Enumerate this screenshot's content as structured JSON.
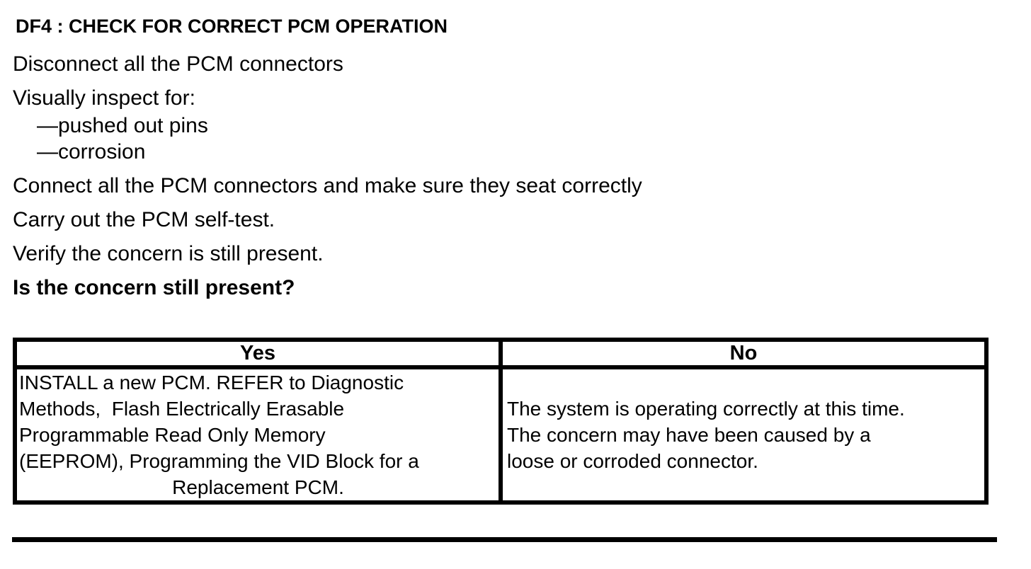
{
  "doc": {
    "title": "DF4 : CHECK FOR CORRECT PCM OPERATION",
    "steps": {
      "disconnect": "Disconnect all the PCM connectors",
      "inspect": "Visually inspect for:",
      "inspect_items": [
        "—pushed out pins",
        "—corrosion"
      ],
      "connect": "Connect all the PCM connectors and make sure they seat correctly",
      "selftest": "Carry out the PCM self-test.",
      "verify": "Verify the concern is still present."
    },
    "question": "Is the concern still present?"
  },
  "decision_table": {
    "columns": [
      {
        "header": "Yes",
        "lines": [
          "INSTALL a new PCM. REFER to Diagnostic",
          "Methods,  Flash Electrically Erasable",
          "Programmable Read Only Memory",
          "(EEPROM), Programming the VID Block for a",
          "Replacement PCM."
        ]
      },
      {
        "header": "No",
        "lines": [
          "The system is operating correctly at this time.",
          "The concern may have been caused by a",
          "loose or corroded connector."
        ]
      }
    ]
  },
  "colors": {
    "text": "#000000",
    "background": "#ffffff",
    "border": "#000000"
  }
}
